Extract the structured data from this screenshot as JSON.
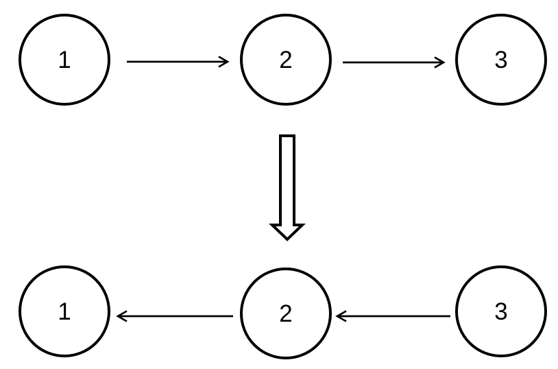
{
  "figure": {
    "background_color": "#ffffff",
    "line_color": "#000000",
    "node_fill_color": "#ffffff",
    "top_diagram": {
      "description": "chain of numbered circles with arrows pointing right",
      "direction": "left-to-right",
      "nodes": [
        "1",
        "2",
        "3"
      ],
      "edges": [
        {
          "from": "1",
          "to": "2",
          "direction": "right"
        },
        {
          "from": "2",
          "to": "3",
          "direction": "right"
        }
      ]
    },
    "transition": {
      "symbol": "hollow-block-arrow",
      "direction": "down"
    },
    "bottom_diagram": {
      "description": "chain of numbered circles with arrows pointing left",
      "direction": "right-to-left",
      "nodes": [
        "1",
        "2",
        "3"
      ],
      "edges": [
        {
          "from": "3",
          "to": "2",
          "direction": "left"
        },
        {
          "from": "2",
          "to": "1",
          "direction": "left"
        }
      ]
    }
  }
}
